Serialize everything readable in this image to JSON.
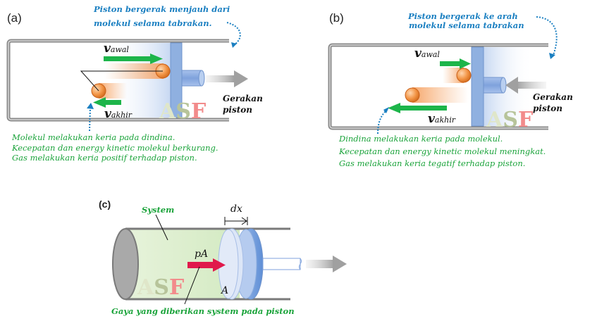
{
  "panels": {
    "a": {
      "label": "(a)",
      "top_note": [
        "Piston bergerak menjauh dari",
        "molekul selama tabrakan."
      ],
      "v_initial": {
        "symbol": "v",
        "subscript": "awal"
      },
      "v_final": {
        "symbol": "v",
        "subscript": "akhir"
      },
      "motion_label": [
        "Gerakan",
        "piston"
      ],
      "bottom_note": [
        "Molekul melakukan keria pada dindina.",
        "Kecepatan dan energy kinetic molekul berkurang.",
        "Gas melakukan keria positif terhadap piston."
      ],
      "piston_direction": "right"
    },
    "b": {
      "label": "(b)",
      "top_note": [
        "Piston bergerak ke arah",
        "molekul selama tabrakan"
      ],
      "v_initial": {
        "symbol": "v",
        "subscript": "awal"
      },
      "v_final": {
        "symbol": "v",
        "subscript": "akhir"
      },
      "motion_label": [
        "Gerakan",
        "piston"
      ],
      "bottom_note": [
        "Dindina melakukan keria pada molekul.",
        "Kecepatan dan energy kinetic molekul meningkat.",
        "Gas melakukan keria tegatif terhadap piston."
      ],
      "piston_direction": "left"
    },
    "c": {
      "label": "(c)",
      "system_label": "System",
      "displacement_label": "dx",
      "force_label": "pA",
      "area_label": "A",
      "caption": "Gaya yang diberikan system pada piston"
    }
  },
  "watermark": {
    "letters": [
      "A",
      "S",
      "F"
    ],
    "colors": [
      "#dfe6c9",
      "#b7c49a",
      "#f28b8b"
    ]
  },
  "colors": {
    "note_blue": "#1a7fc1",
    "note_green": "#1aa33a",
    "velocity_arrow": "#1db54a",
    "molecule": "#f08a3c",
    "piston": "#8fb0e0",
    "force_arrow": "#e0194b",
    "cylinder_wall": "#8a8a8a"
  }
}
